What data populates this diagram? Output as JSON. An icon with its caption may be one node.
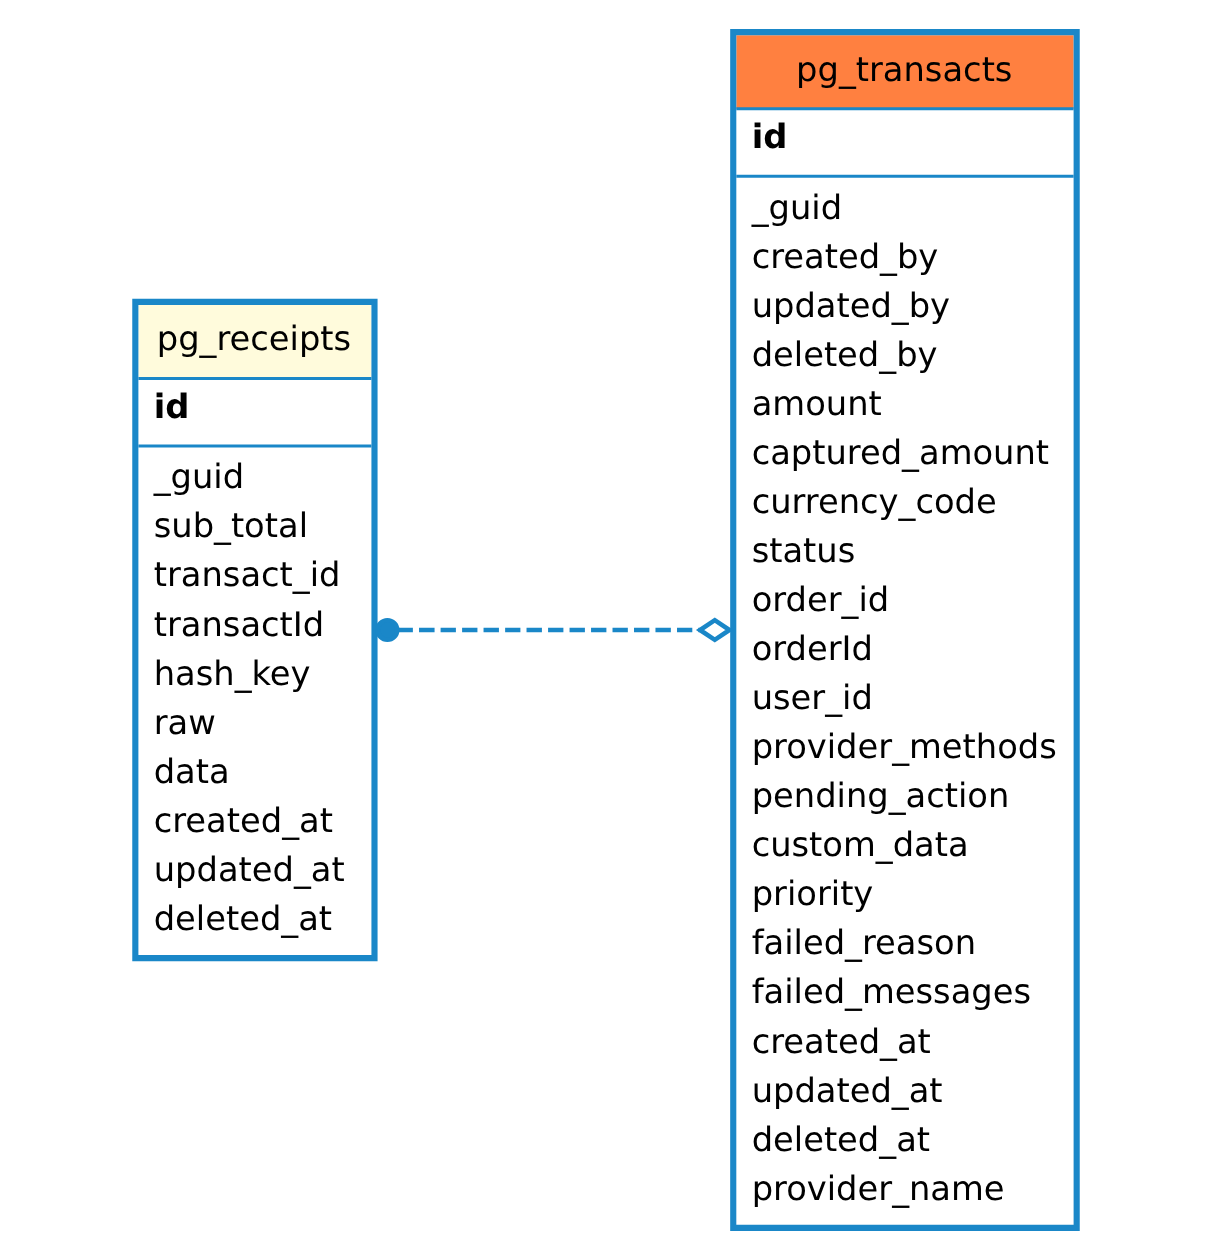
{
  "diagram": {
    "nodes": [
      {
        "text": [
          "pg_receipts",
          "id",
          "_guid",
          "sub_total",
          "transact_id",
          "transactId",
          "hash_key",
          "raw",
          "data",
          "created_at",
          "updated_at",
          "deleted_at"
        ]
      },
      {
        "text": [
          "pg_transacts",
          "id",
          "_guid",
          "created_by",
          "updated_by",
          "deleted_by",
          "amount",
          "captured_amount",
          "currency_code",
          "status",
          "order_id",
          "orderId",
          "user_id",
          "provider_methods",
          "pending_action",
          "custom_data",
          "priority",
          "failed_reason",
          "failed_messages",
          "created_at",
          "updated_at",
          "deleted_at",
          "provider_name"
        ]
      }
    ],
    "edges": [
      {
        "from": 0,
        "to": 1,
        "arrow": "other",
        "style": "dashed"
      }
    ]
  }
}
